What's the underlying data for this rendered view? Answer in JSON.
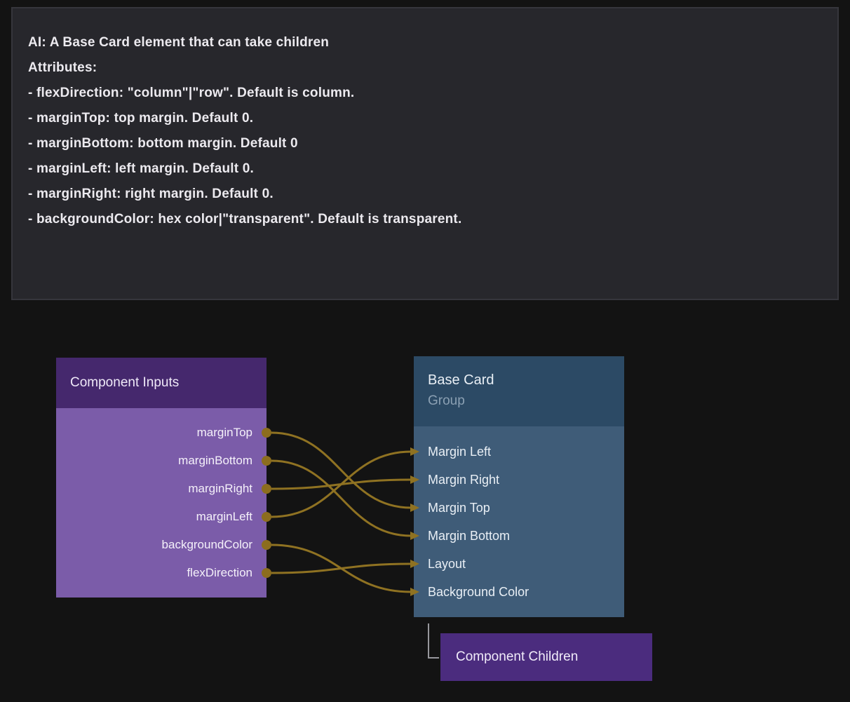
{
  "prompt_panel": {
    "lines": [
      "AI: A Base Card element that can take children",
      "Attributes:",
      "- flexDirection: \"column\"|\"row\". Default is column.",
      "- marginTop: top margin. Default 0.",
      "- marginBottom: bottom margin. Default 0",
      "- marginLeft: left margin. Default 0.",
      "- marginRight: right margin. Default 0.",
      "- backgroundColor: hex color|\"transparent\". Default is transparent."
    ]
  },
  "inputs_node": {
    "title": "Component Inputs",
    "ports": [
      "marginTop",
      "marginBottom",
      "marginRight",
      "marginLeft",
      "backgroundColor",
      "flexDirection"
    ]
  },
  "base_card_node": {
    "title": "Base Card",
    "subtitle": "Group",
    "ports": [
      "Margin Left",
      "Margin Right",
      "Margin Top",
      "Margin Bottom",
      "Layout",
      "Background Color"
    ]
  },
  "children_node": {
    "title": "Component Children"
  },
  "connections": [
    {
      "from": "marginTop",
      "from_index": 0,
      "to": "Margin Top",
      "to_index": 2
    },
    {
      "from": "marginBottom",
      "from_index": 1,
      "to": "Margin Bottom",
      "to_index": 3
    },
    {
      "from": "marginRight",
      "from_index": 2,
      "to": "Margin Right",
      "to_index": 1
    },
    {
      "from": "marginLeft",
      "from_index": 3,
      "to": "Margin Left",
      "to_index": 0
    },
    {
      "from": "backgroundColor",
      "from_index": 4,
      "to": "Background Color",
      "to_index": 5
    },
    {
      "from": "flexDirection",
      "from_index": 5,
      "to": "Layout",
      "to_index": 4
    }
  ],
  "colors": {
    "background": "#131313",
    "panel_bg": "#27272c",
    "inputs_header": "#45286d",
    "inputs_body": "#7b5ca9",
    "basecard_header": "#2c4a65",
    "basecard_body": "#3f5c78",
    "children_bg": "#4b2c7e",
    "wire": "#8f7222",
    "port_dot": "#8c6d1e",
    "elbow": "#97979c"
  }
}
